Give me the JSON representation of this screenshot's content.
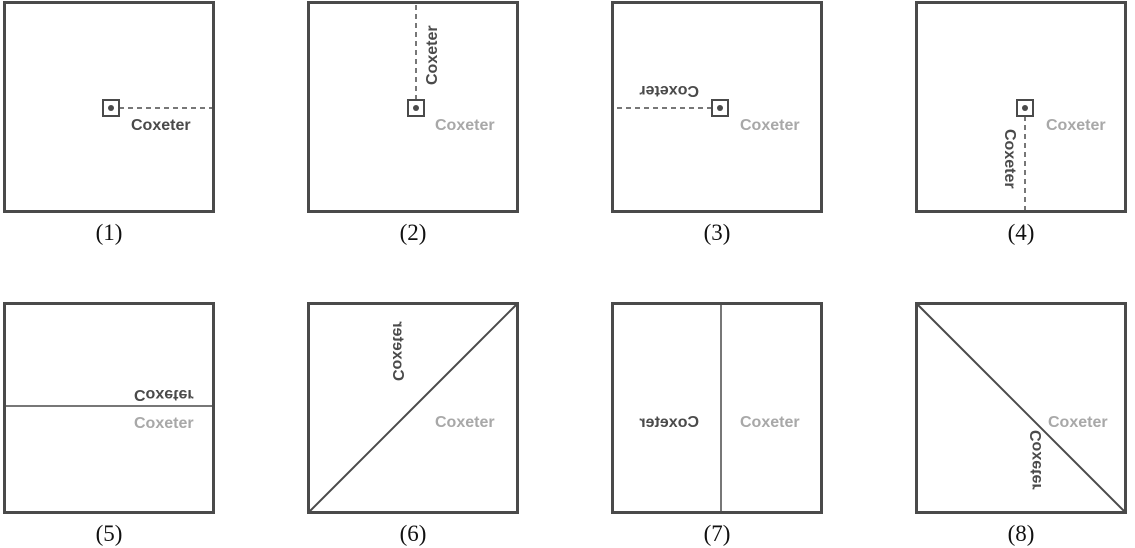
{
  "panels": [
    {
      "caption": "(1)",
      "text": "Coxeter",
      "kind": "rot0"
    },
    {
      "caption": "(2)",
      "text": "Coxeter",
      "kind": "rot90"
    },
    {
      "caption": "(3)",
      "text": "Coxeter",
      "kind": "rot180"
    },
    {
      "caption": "(4)",
      "text": "Coxeter",
      "kind": "rot270"
    },
    {
      "caption": "(5)",
      "text": "Coxeter",
      "kind": "reflect-h"
    },
    {
      "caption": "(6)",
      "text": "Coxeter",
      "kind": "reflect-diag-up"
    },
    {
      "caption": "(7)",
      "text": "Coxeter",
      "kind": "reflect-v"
    },
    {
      "caption": "(8)",
      "text": "Coxeter",
      "kind": "reflect-diag-down"
    }
  ],
  "colors": {
    "frame": "#4a4a4a",
    "dark_text": "#4a4a4a",
    "light_text": "#a8a8a8"
  }
}
